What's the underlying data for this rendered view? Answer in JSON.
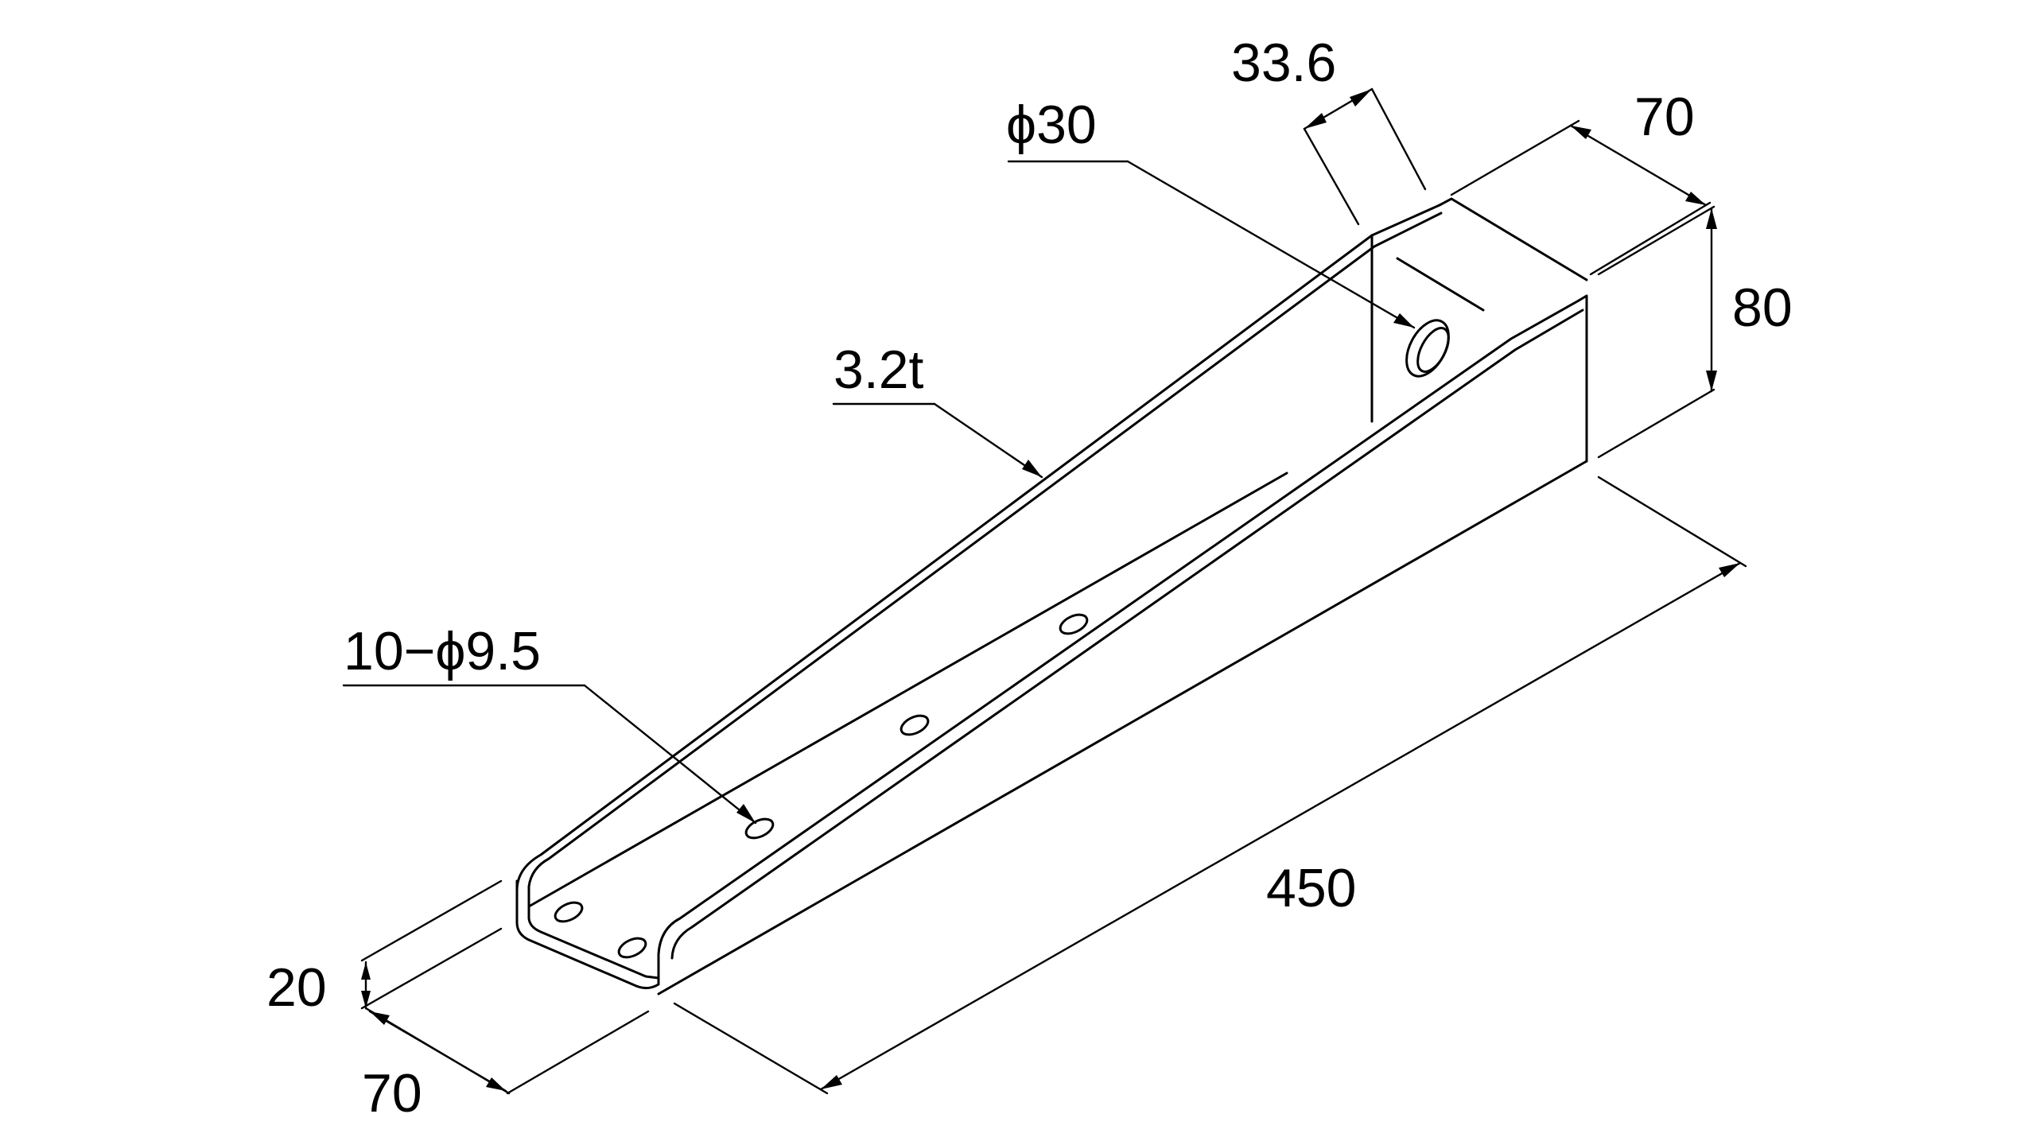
{
  "drawing": {
    "labels": {
      "width_top": "33.6",
      "hole_top": "ϕ30",
      "top_width": "70",
      "height": "80",
      "thickness": "3.2t",
      "holes": "10−ϕ9.5",
      "length": "450",
      "end_height": "20",
      "end_width": "70"
    }
  }
}
